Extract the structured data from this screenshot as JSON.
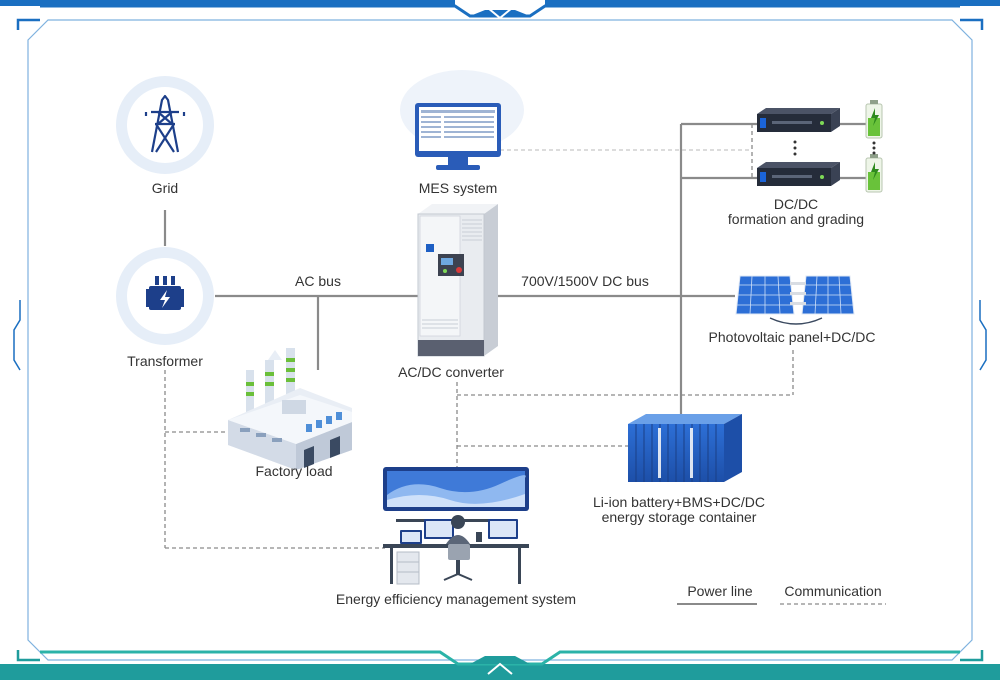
{
  "colors": {
    "frame_blue": "#1a6fc1",
    "frame_teal": "#1f9c9c",
    "power_line": "#8a8a8a",
    "comm_line": "#8a8a8a",
    "icon_navy": "#1d3f8a",
    "icon_circle": "#e6eef8",
    "battery_blue": "#2f6fd0",
    "text": "#333333"
  },
  "nodes": {
    "grid": {
      "label": "Grid",
      "icon": "transmission-tower-icon"
    },
    "transformer": {
      "label": "Transformer",
      "icon": "transformer-icon"
    },
    "factory": {
      "label": "Factory load",
      "icon": "factory-icon"
    },
    "mes": {
      "label": "MES system",
      "icon": "monitor-icon"
    },
    "converter": {
      "label": "AC/DC converter",
      "icon": "cabinet-icon"
    },
    "dcdc": {
      "label_line1": "DC/DC",
      "label_line2": "formation and grading",
      "icon": "rack-unit-icon"
    },
    "pv": {
      "label": "Photovoltaic panel+DC/DC",
      "icon": "solar-panel-icon"
    },
    "battery": {
      "label_line1": "Li-ion battery+BMS+DC/DC",
      "label_line2": "energy storage container",
      "icon": "battery-container-icon"
    },
    "ems": {
      "label": "Energy efficiency management system",
      "icon": "operator-desk-icon"
    }
  },
  "buses": {
    "ac_bus": "AC bus",
    "dc_bus": "700V/1500V DC bus"
  },
  "legend": {
    "power_line": "Power line",
    "communication": "Communication"
  }
}
